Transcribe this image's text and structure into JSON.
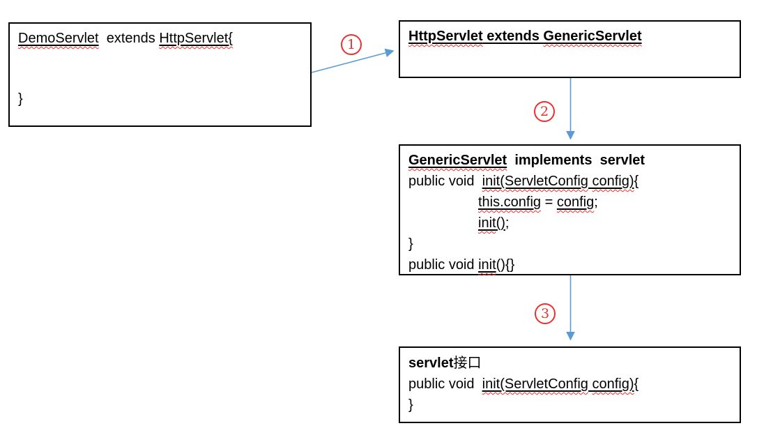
{
  "colors": {
    "arrow": "#5b9bd5",
    "step": "#ee2f2f",
    "wavy": "#ff2a2a",
    "border": "#000000"
  },
  "steps": [
    {
      "n": "1"
    },
    {
      "n": "2"
    },
    {
      "n": "3"
    }
  ],
  "boxes": {
    "demo": {
      "lines": [
        {
          "parts": [
            {
              "t": "DemoServlet",
              "s": "uw"
            },
            {
              "t": "  extends ",
              "s": ""
            },
            {
              "t": "HttpServlet{",
              "s": "uw"
            }
          ]
        },
        {
          "gap": true,
          "parts": [
            {
              "t": "}",
              "s": ""
            }
          ]
        }
      ]
    },
    "http": {
      "lines": [
        {
          "parts": [
            {
              "t": "HttpServlet",
              "s": "buw"
            },
            {
              "t": " extends ",
              "s": "bu"
            },
            {
              "t": "GenericServlet",
              "s": "buw"
            }
          ]
        }
      ]
    },
    "generic": {
      "lines": [
        {
          "parts": [
            {
              "t": "GenericServlet",
              "s": "buw"
            },
            {
              "t": "  implements  servlet",
              "s": "b"
            }
          ]
        },
        {
          "parts": [
            {
              "t": "public void  ",
              "s": ""
            },
            {
              "t": "init(ServletConfig",
              "s": "uw"
            },
            {
              "t": " ",
              "s": "u"
            },
            {
              "t": "config)",
              "s": "uw"
            },
            {
              "t": "{",
              "s": ""
            }
          ]
        },
        {
          "indent": true,
          "parts": [
            {
              "t": "this.config",
              "s": "uw"
            },
            {
              "t": " = ",
              "s": ""
            },
            {
              "t": "config",
              "s": "uw"
            },
            {
              "t": ";",
              "s": ""
            }
          ]
        },
        {
          "indent": true,
          "parts": [
            {
              "t": "init",
              "s": "uw"
            },
            {
              "t": "()",
              "s": "u"
            },
            {
              "t": ";",
              "s": ""
            }
          ]
        },
        {
          "parts": [
            {
              "t": "}",
              "s": ""
            }
          ]
        },
        {
          "parts": [
            {
              "t": "public void ",
              "s": ""
            },
            {
              "t": "init",
              "s": "uw"
            },
            {
              "t": "(){}",
              "s": ""
            }
          ]
        }
      ]
    },
    "servlet": {
      "lines": [
        {
          "parts": [
            {
              "t": "servlet",
              "s": "b"
            },
            {
              "t": "接口",
              "s": "c"
            }
          ]
        },
        {
          "parts": [
            {
              "t": "public void  ",
              "s": ""
            },
            {
              "t": "init(ServletConfig",
              "s": "uw"
            },
            {
              "t": " ",
              "s": "u"
            },
            {
              "t": "config)",
              "s": "uw"
            },
            {
              "t": "{",
              "s": ""
            }
          ]
        },
        {
          "parts": [
            {
              "t": "}",
              "s": ""
            }
          ]
        }
      ]
    }
  }
}
